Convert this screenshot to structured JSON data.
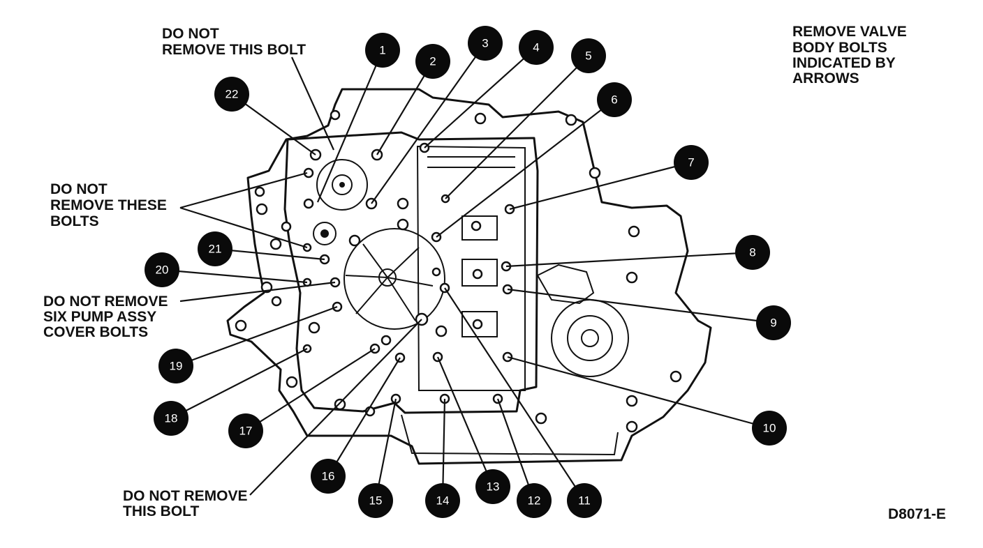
{
  "notes": {
    "do_not_remove_this_bolt_top": [
      "DO NOT",
      "REMOVE THIS BOLT"
    ],
    "do_not_remove_these_bolts": [
      "DO NOT",
      "REMOVE THESE",
      "BOLTS"
    ],
    "do_not_remove_six_pump": [
      "DO NOT REMOVE",
      "SIX PUMP ASSY",
      "COVER BOLTS"
    ],
    "do_not_remove_this_bolt_bottom": [
      "DO NOT REMOVE",
      "THIS BOLT"
    ],
    "instruction": [
      "REMOVE VALVE",
      "BODY BOLTS",
      "INDICATED BY",
      "ARROWS"
    ]
  },
  "figure_id": "D8071-E",
  "callouts": [
    "1",
    "2",
    "3",
    "4",
    "5",
    "6",
    "7",
    "8",
    "9",
    "10",
    "11",
    "12",
    "13",
    "14",
    "15",
    "16",
    "17",
    "18",
    "19",
    "20",
    "21",
    "22"
  ]
}
